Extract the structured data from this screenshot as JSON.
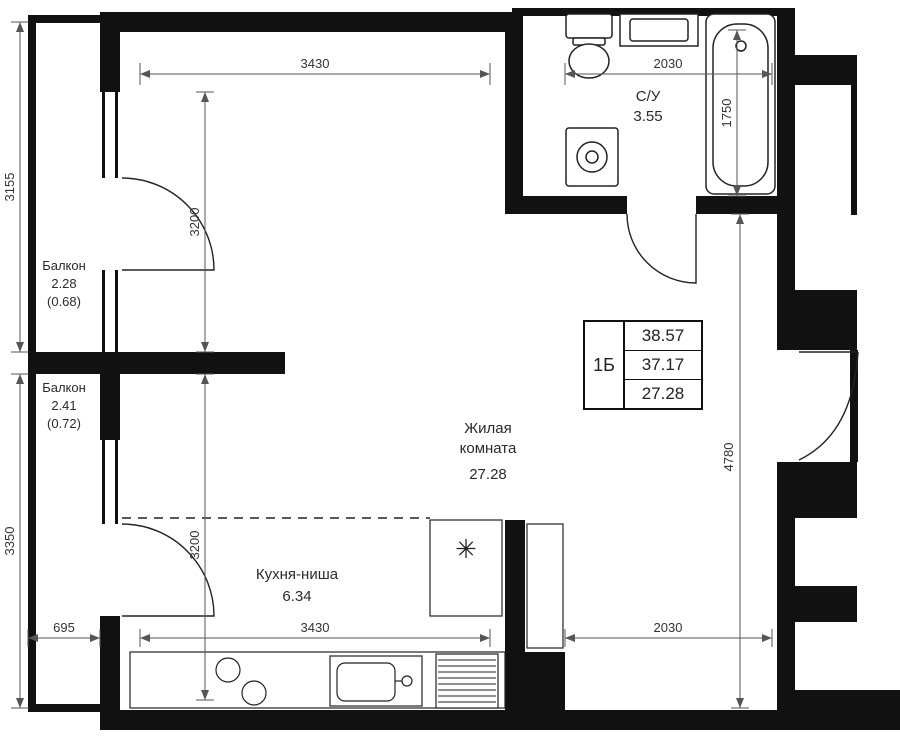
{
  "info_box": {
    "unit_type": "1Б",
    "total_area": "38.57",
    "living_area": "37.17",
    "room_area": "27.28"
  },
  "rooms": {
    "bathroom": {
      "label": "С/У",
      "area": "3.55"
    },
    "living": {
      "label_line1": "Жилая",
      "label_line2": "комната",
      "area": "27.28"
    },
    "kitchen": {
      "label": "Кухня-ниша",
      "area": "6.34"
    },
    "balcony_upper": {
      "label": "Балкон",
      "area": "2.28",
      "area_coeff": "(0.68)"
    },
    "balcony_lower": {
      "label": "Балкон",
      "area": "2.41",
      "area_coeff": "(0.72)"
    }
  },
  "dimensions": {
    "top_width_left": "3430",
    "top_width_right": "2030",
    "room_height_top": "3200",
    "room_height_bottom": "3200",
    "bath_height": "1750",
    "right_height": "4780",
    "balcony_top_height": "3155",
    "balcony_bottom_height": "3350",
    "balcony_depth": "695",
    "bottom_width_left": "3430",
    "bottom_width_right": "2030"
  },
  "icons": {
    "snowflake": "✳"
  },
  "colors": {
    "wall": "#111111",
    "fixture_stroke": "#222222",
    "dim_line": "#555555"
  }
}
